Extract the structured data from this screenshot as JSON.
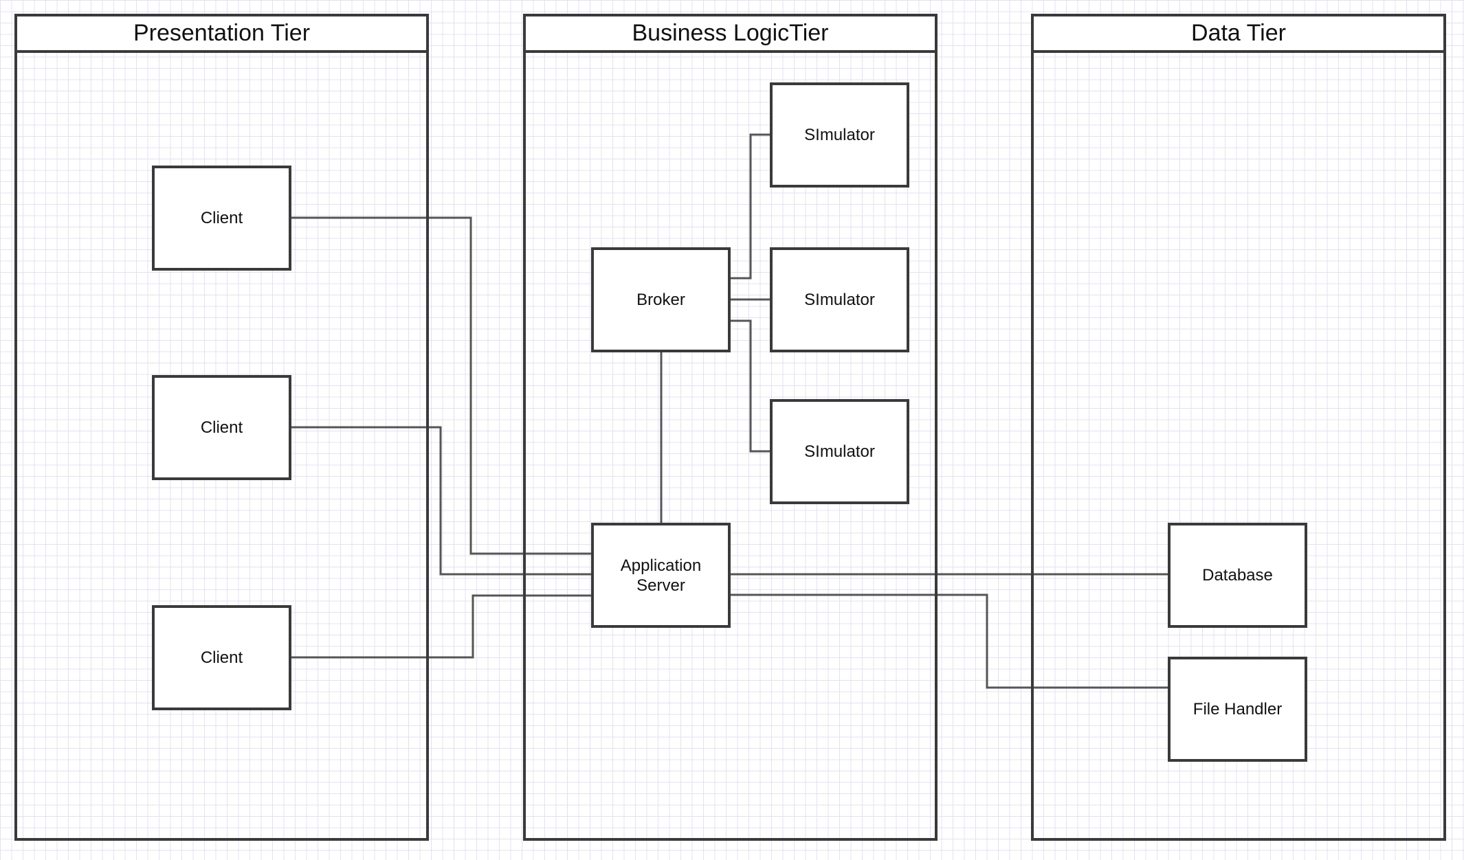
{
  "tiers": {
    "presentation": {
      "title": "Presentation Tier"
    },
    "business": {
      "title": "Business LogicTier"
    },
    "data": {
      "title": "Data Tier"
    }
  },
  "nodes": {
    "client_1": "Client",
    "client_2": "Client",
    "client_3": "Client",
    "broker": "Broker",
    "simulator_1": "SImulator",
    "simulator_2": "SImulator",
    "simulator_3": "SImulator",
    "app_server": "Application\nServer",
    "database": "Database",
    "file_handler": "File Handler"
  },
  "colors": {
    "border": "#3a3a3a",
    "connector": "#555555",
    "grid": "#e4e0f0"
  }
}
